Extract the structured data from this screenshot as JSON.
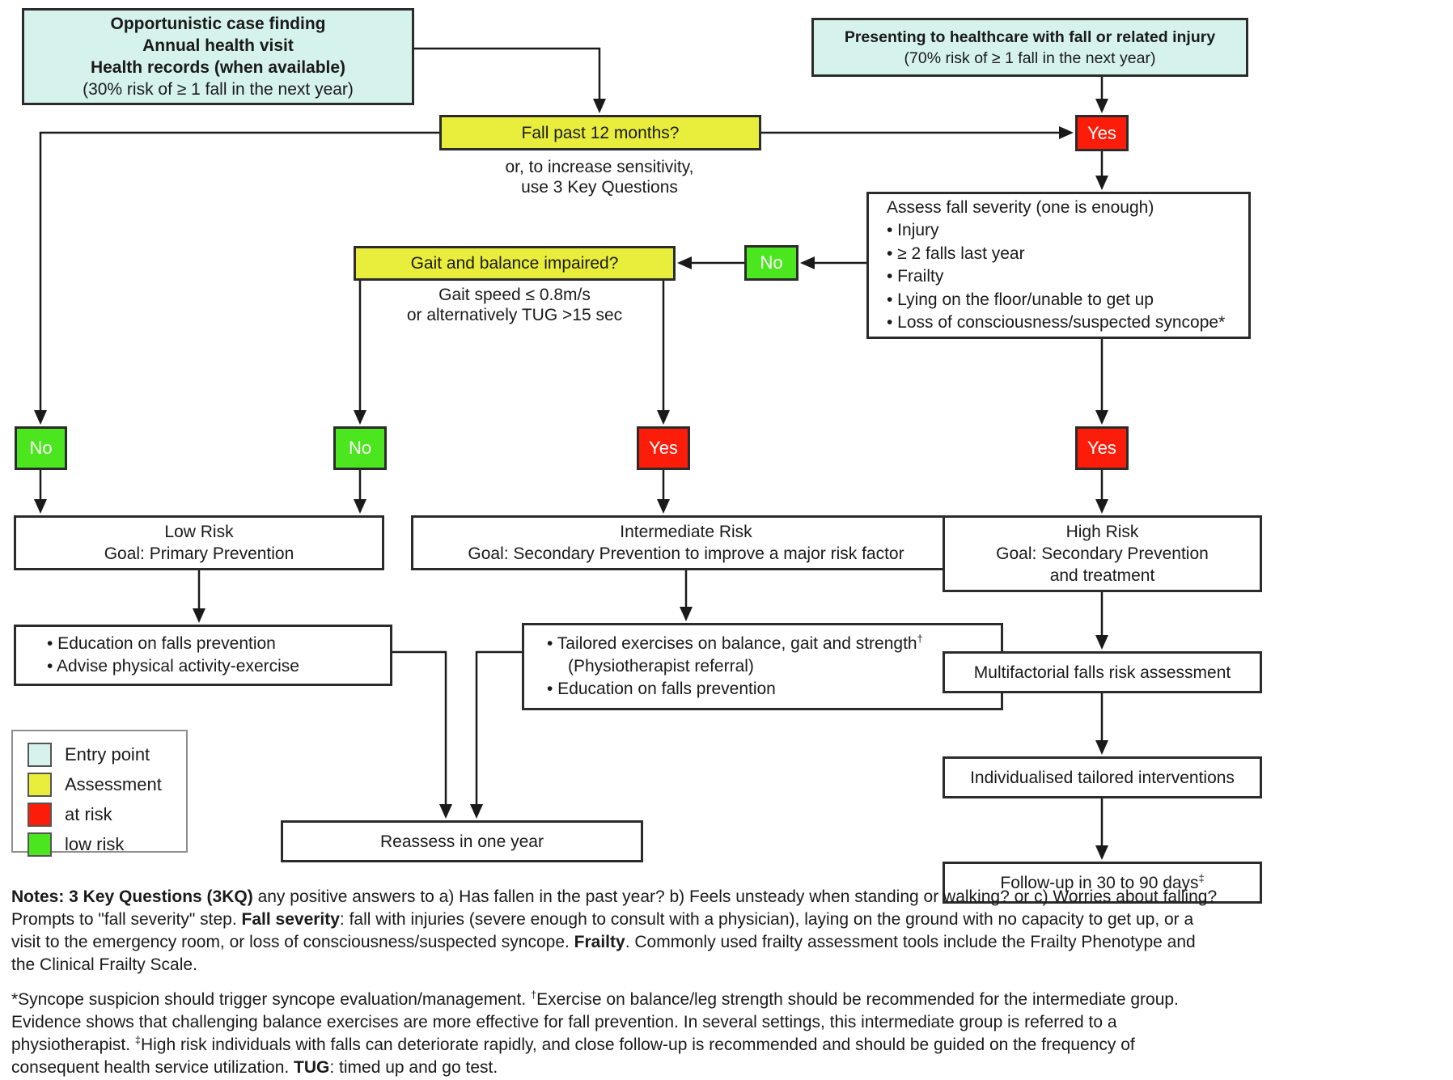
{
  "palette": {
    "entry_point": "#d5f3ec",
    "assessment": "#e9ed3b",
    "at_risk": "#fb1d09",
    "low_risk": "#4ce61e",
    "line": "#1a1a1a"
  },
  "labels": {
    "yes": "Yes",
    "no": "No"
  },
  "flow": {
    "entry_left": {
      "lines": [
        [
          {
            "t": "Opportunistic case finding",
            "b": true
          }
        ],
        [
          {
            "t": "Annual health visit",
            "b": true
          }
        ],
        [
          {
            "t": "Health records (when available)",
            "b": true
          }
        ],
        [
          {
            "t": "(30% risk of ≥ 1 fall in the next year)"
          }
        ]
      ]
    },
    "entry_right": {
      "lines": [
        [
          {
            "t": "Presenting to healthcare with fall or related injury",
            "b": true
          }
        ],
        [
          {
            "t": "(70% risk of ≥ 1 fall in the next year)"
          }
        ]
      ]
    },
    "fall_question": "Fall past 12 months?",
    "sensitivity_note": [
      "or, to increase sensitivity,",
      "use 3 Key Questions"
    ],
    "assess_severity": [
      "Assess fall severity (one is enough)",
      "• Injury",
      "• ≥ 2 falls last year",
      "• Frailty",
      "• Lying on the floor/unable to get up",
      "• Loss of consciousness/suspected syncope*"
    ],
    "gait_question": "Gait and balance impaired?",
    "gait_note": [
      "Gait speed ≤ 0.8m/s",
      "or alternatively TUG >15 sec"
    ],
    "low_risk": [
      "Low Risk",
      "Goal: Primary Prevention"
    ],
    "intermediate_risk": [
      "Intermediate Risk",
      "Goal: Secondary Prevention to improve a major risk factor"
    ],
    "high_risk": [
      "High Risk",
      "Goal: Secondary Prevention",
      "and treatment"
    ],
    "education_actions": [
      "• Education on falls prevention",
      "• Advise physical activity-exercise"
    ],
    "tailored_actions": {
      "lines": [
        [
          {
            "t": "• Tailored exercises on balance, gait and strength"
          },
          {
            "t": "†",
            "sup": true
          }
        ],
        [
          {
            "t": "(Physiotherapist referral)",
            "ind": true
          }
        ],
        [
          {
            "t": "• Education on falls prevention"
          }
        ]
      ]
    },
    "reassess": "Reassess in one year",
    "multifactorial": "Multifactorial falls risk assessment",
    "individualised": "Individualised tailored interventions",
    "followup": {
      "lines": [
        [
          {
            "t": "Follow-up in 30 to 90 days"
          },
          {
            "t": "‡",
            "sup": true
          }
        ]
      ]
    }
  },
  "legend": {
    "items": [
      {
        "label": "Entry point",
        "color": "#d5f3ec"
      },
      {
        "label": "Assessment",
        "color": "#e9ed3b"
      },
      {
        "label": "at risk",
        "color": "#fb1d09"
      },
      {
        "label": "low risk",
        "color": "#4ce61e"
      }
    ]
  },
  "notes": {
    "paragraph1": {
      "lines": [
        [
          {
            "t": "Notes: 3 Key Questions (3KQ)",
            "b": true
          },
          {
            "t": " any positive answers to a) Has fallen in the past year? b) Feels unsteady when standing or walking? or c) Worries about falling?"
          }
        ],
        [
          {
            "t": "Prompts to \"fall severity\" step. "
          },
          {
            "t": "Fall severity",
            "b": true
          },
          {
            "t": ": fall with injuries (severe enough to consult with a physician), laying on the ground with no capacity to get up, or a"
          }
        ],
        [
          {
            "t": "visit to the emergency room, or loss of consciousness/suspected syncope. "
          },
          {
            "t": "Frailty",
            "b": true
          },
          {
            "t": ". Commonly used frailty assessment tools include the Frailty Phenotype and"
          }
        ],
        [
          {
            "t": "the Clinical Frailty Scale."
          }
        ]
      ]
    },
    "paragraph2": {
      "lines": [
        [
          {
            "t": "*Syncope suspicion should trigger syncope evaluation/management. "
          },
          {
            "t": "†",
            "sup": true
          },
          {
            "t": "Exercise on balance/leg strength should be recommended for the intermediate group."
          }
        ],
        [
          {
            "t": "Evidence shows that challenging balance exercises are more effective for fall prevention. In several settings, this intermediate group is referred to a"
          }
        ],
        [
          {
            "t": "physiotherapist. "
          },
          {
            "t": "‡",
            "sup": true
          },
          {
            "t": "High risk individuals with falls can deteriorate rapidly, and close follow-up is recommended and should be guided on the frequency of"
          }
        ],
        [
          {
            "t": "consequent health service utilization. "
          },
          {
            "t": "TUG",
            "b": true
          },
          {
            "t": ": timed up and go test."
          }
        ]
      ]
    }
  }
}
